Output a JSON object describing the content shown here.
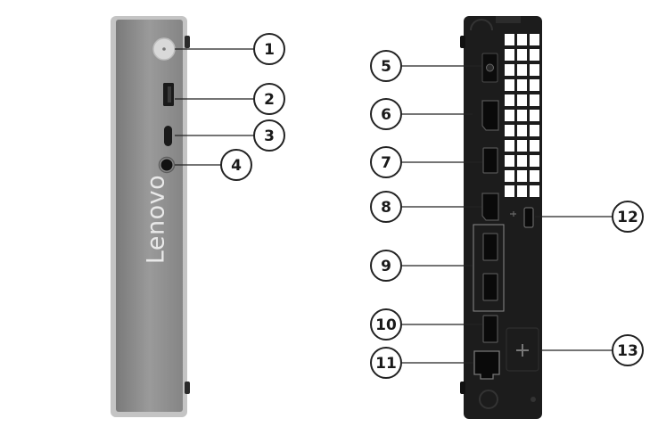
{
  "front": {
    "brand": "Lenovo"
  },
  "callouts": [
    {
      "label": "1"
    },
    {
      "label": "2"
    },
    {
      "label": "3"
    },
    {
      "label": "4"
    },
    {
      "label": "5"
    },
    {
      "label": "6"
    },
    {
      "label": "7"
    },
    {
      "label": "8"
    },
    {
      "label": "9"
    },
    {
      "label": "10"
    },
    {
      "label": "11"
    },
    {
      "label": "12"
    },
    {
      "label": "13"
    }
  ],
  "colors": {
    "front_body": "#8e8e8e",
    "front_rim": "#c4c4c4",
    "rear_body": "#1c1c1c",
    "line": "#222222"
  }
}
